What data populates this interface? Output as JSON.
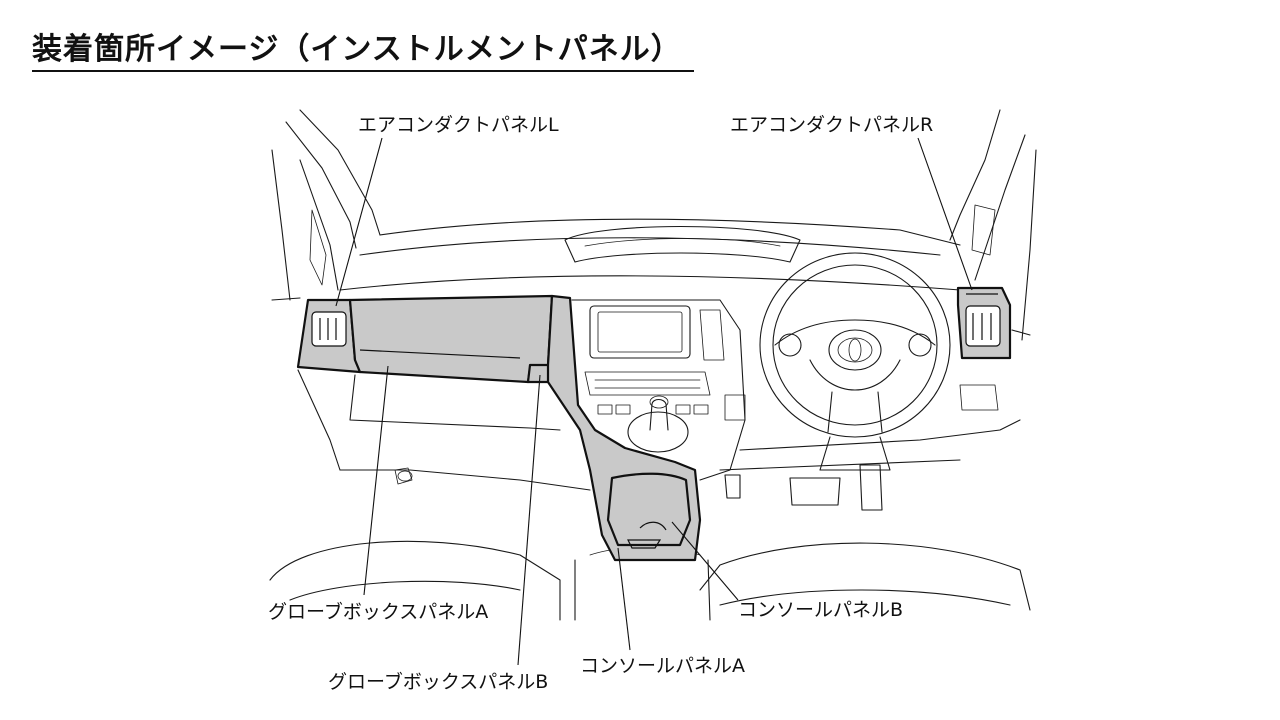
{
  "page": {
    "title": "装着箇所イメージ（インストルメントパネル）"
  },
  "labels": {
    "air_duct_l": "エアコンダクトパネルL",
    "air_duct_r": "エアコンダクトパネルR",
    "glovebox_a": "グローブボックスパネルA",
    "glovebox_b": "グローブボックスパネルB",
    "console_a": "コンソールパネルA",
    "console_b": "コンソールパネルB"
  },
  "colors": {
    "highlight_fill": "#c9c9c9",
    "outline": "#111111"
  }
}
